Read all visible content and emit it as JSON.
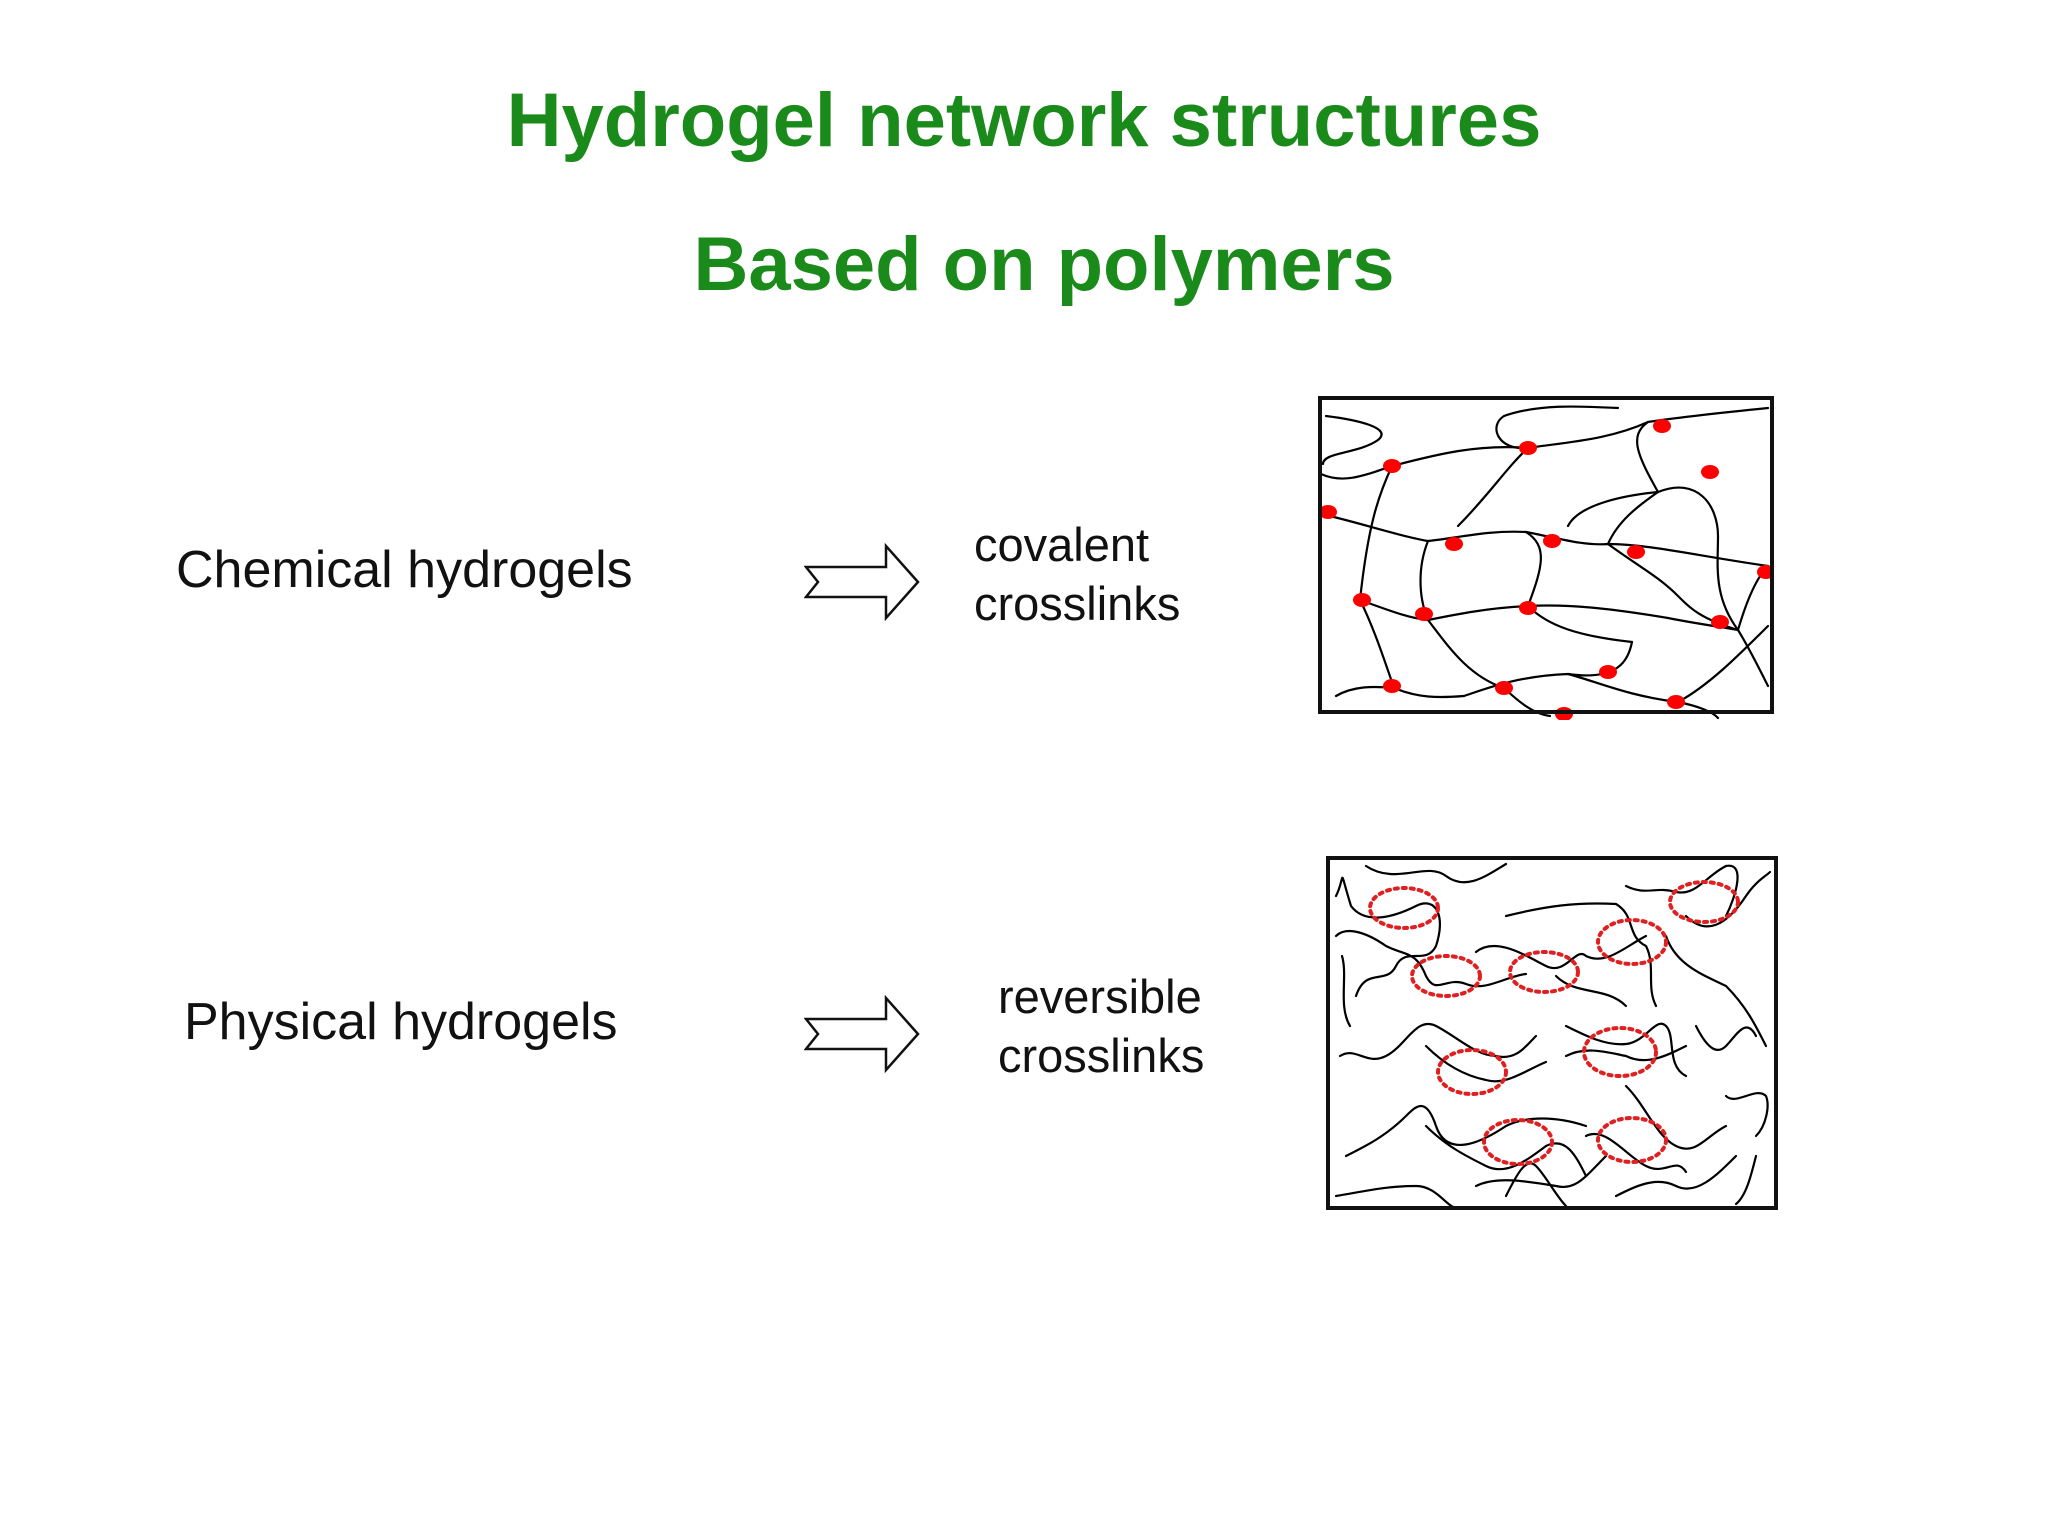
{
  "slide": {
    "title": "Hydrogel network structures",
    "subtitle": "Based on polymers"
  },
  "rows": [
    {
      "label": "Chemical hydrogels",
      "desc_line1": "covalent",
      "desc_line2": "crosslinks"
    },
    {
      "label": "Physical hydrogels",
      "desc_line1": "reversible",
      "desc_line2": "crosslinks"
    }
  ],
  "colors": {
    "title": "#1a8a1a",
    "crosslink_dot": "#ff0000",
    "crosslink_ring": "#e02020",
    "chain": "#000000"
  },
  "icons": {
    "arrow": "outline-right-arrow-icon"
  }
}
